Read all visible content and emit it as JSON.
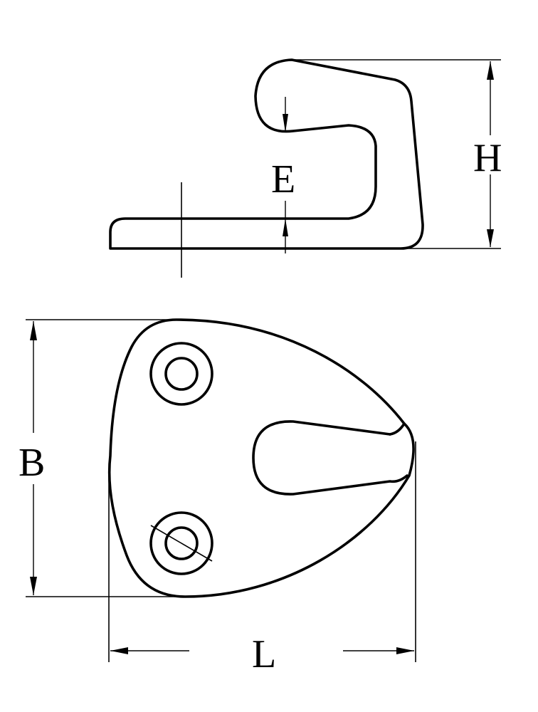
{
  "labels": {
    "height": "H",
    "gap": "E",
    "width": "B",
    "length": "L"
  },
  "colors": {
    "stroke": "#000000",
    "background": "#ffffff"
  }
}
